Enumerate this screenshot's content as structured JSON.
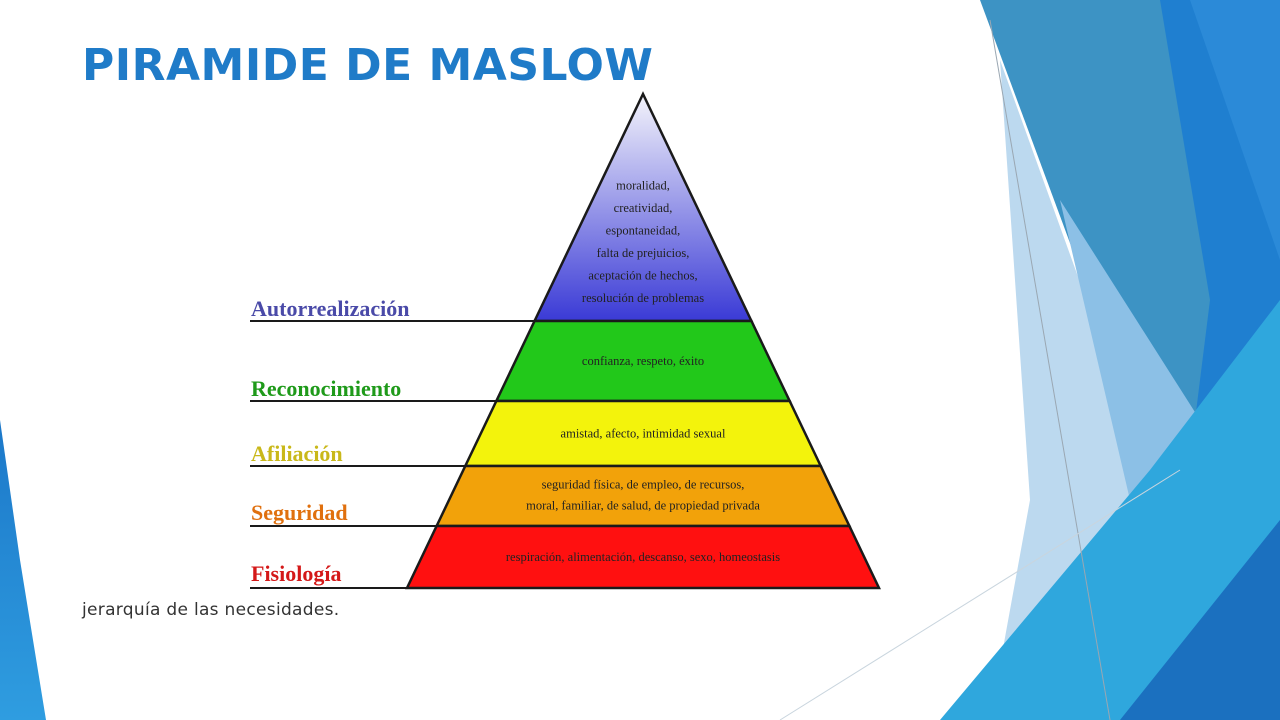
{
  "slide": {
    "title": "PIRAMIDE DE MASLOW",
    "caption": "jerarquía de las necesidades."
  },
  "pyramid": {
    "levels": [
      {
        "name": "Autorrealización",
        "color": "#3a3ad6",
        "label_color": "#4a4aa8",
        "lines": [
          "moralidad,",
          "creatividad,",
          "espontaneidad,",
          "falta de prejuicios,",
          "aceptación de hechos,",
          "resolución de problemas"
        ]
      },
      {
        "name": "Reconocimiento",
        "color": "#22c81a",
        "label_color": "#1f9a1a",
        "lines": [
          "confianza, respeto, éxito"
        ]
      },
      {
        "name": "Afiliación",
        "color": "#f3f30c",
        "label_color": "#c9b81a",
        "lines": [
          "amistad, afecto, intimidad sexual"
        ]
      },
      {
        "name": "Seguridad",
        "color": "#f2a20a",
        "label_color": "#e0700e",
        "lines": [
          "seguridad física, de empleo, de recursos,",
          "moral, familiar, de salud, de propiedad privada"
        ]
      },
      {
        "name": "Fisiología",
        "color": "#ff1010",
        "label_color": "#d41818",
        "lines": [
          "respiración, alimentación, descanso, sexo, homeostasis"
        ]
      }
    ]
  }
}
